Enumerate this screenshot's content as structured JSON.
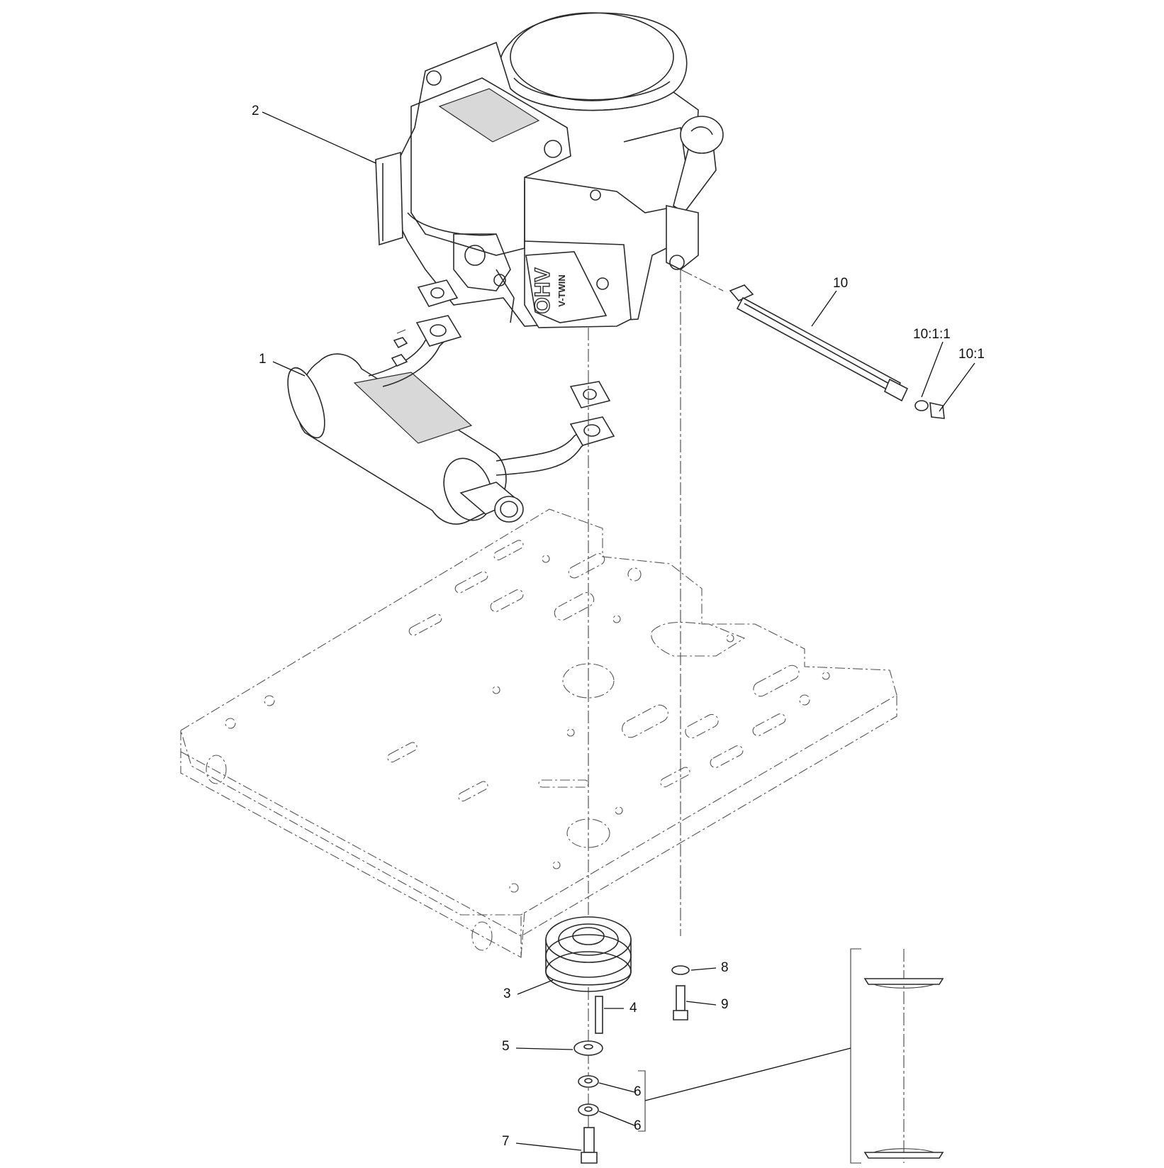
{
  "callouts": [
    {
      "id": "1",
      "label": "1"
    },
    {
      "id": "2",
      "label": "2"
    },
    {
      "id": "3",
      "label": "3"
    },
    {
      "id": "4",
      "label": "4"
    },
    {
      "id": "5",
      "label": "5"
    },
    {
      "id": "6a",
      "label": "6"
    },
    {
      "id": "6b",
      "label": "6"
    },
    {
      "id": "7",
      "label": "7"
    },
    {
      "id": "8",
      "label": "8"
    },
    {
      "id": "9",
      "label": "9"
    },
    {
      "id": "10",
      "label": "10"
    },
    {
      "id": "10-1",
      "label": "10:1"
    },
    {
      "id": "10-1-1",
      "label": "10:1:1"
    }
  ],
  "engine_badge": {
    "model": "OHV",
    "sub": "V-TWIN"
  },
  "colors": {
    "ink": "#2a2a2a",
    "background": "#ffffff"
  }
}
